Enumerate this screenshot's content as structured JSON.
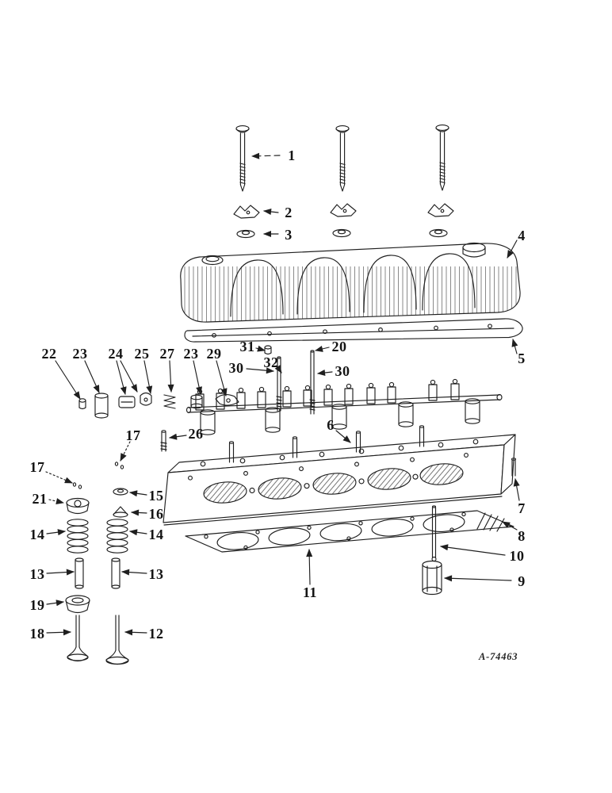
{
  "page": {
    "background": "#ffffff",
    "ink": "#1f1f1f",
    "drawing_number": "A-74463"
  },
  "diagram": {
    "callouts": [
      "1",
      "2",
      "3",
      "4",
      "5",
      "22",
      "23",
      "24",
      "25",
      "27",
      "23",
      "29",
      "31",
      "20",
      "30",
      "32",
      "30",
      "17",
      "26",
      "6",
      "17",
      "21",
      "15",
      "16",
      "14",
      "14",
      "13",
      "13",
      "7",
      "8",
      "10",
      "9",
      "11",
      "19",
      "18",
      "12"
    ]
  }
}
